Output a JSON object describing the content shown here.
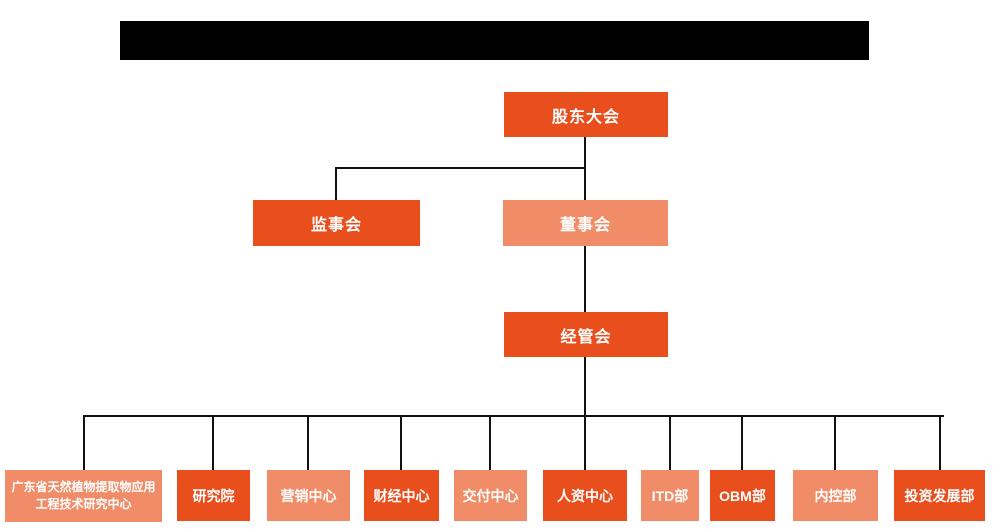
{
  "colors": {
    "dark": "#E94E1D",
    "light": "#F08D68",
    "line": "#111111",
    "bar": "#000000",
    "text": "#ffffff",
    "bg": "#ffffff"
  },
  "nodes": {
    "shareholders": {
      "label": "股东大会",
      "tone": "dark"
    },
    "supervisors": {
      "label": "监事会",
      "tone": "dark"
    },
    "directors": {
      "label": "董事会",
      "tone": "light"
    },
    "management": {
      "label": "经管会",
      "tone": "dark"
    },
    "departments": [
      {
        "label": "广东省天然植物提取物应用工程技术研究中心",
        "tone": "light"
      },
      {
        "label": "研究院",
        "tone": "dark"
      },
      {
        "label": "营销中心",
        "tone": "light"
      },
      {
        "label": "财经中心",
        "tone": "dark"
      },
      {
        "label": "交付中心",
        "tone": "light"
      },
      {
        "label": "人资中心",
        "tone": "dark"
      },
      {
        "label": "ITD部",
        "tone": "light"
      },
      {
        "label": "OBM部",
        "tone": "dark"
      },
      {
        "label": "内控部",
        "tone": "light"
      },
      {
        "label": "投资发展部",
        "tone": "dark"
      }
    ]
  }
}
